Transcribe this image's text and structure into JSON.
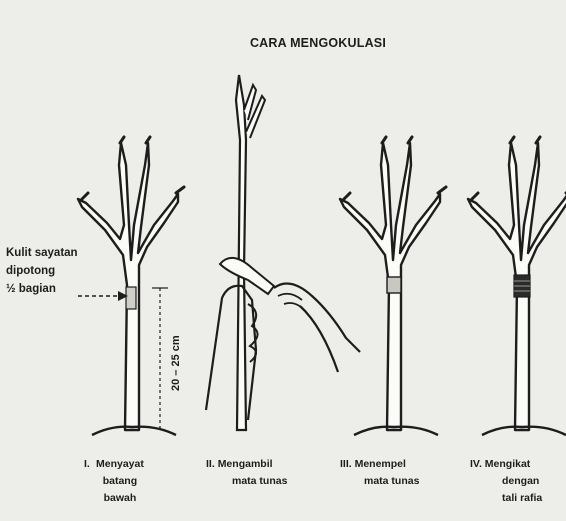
{
  "title": "CARA MENGOKULASI",
  "note": {
    "line1": "Kulit sayatan",
    "line2": "dipotong",
    "line3": "½ bagian"
  },
  "measure": "20 – 25 cm",
  "steps": [
    {
      "num": "I.",
      "lines": [
        "Menyayat",
        "batang",
        "bawah"
      ]
    },
    {
      "num": "II.",
      "lines": [
        "Mengambil",
        "mata tunas"
      ]
    },
    {
      "num": "III.",
      "lines": [
        "Menempel",
        "mata tunas"
      ]
    },
    {
      "num": "IV.",
      "lines": [
        "Mengikat",
        "dengan",
        "tali rafia"
      ]
    }
  ]
}
